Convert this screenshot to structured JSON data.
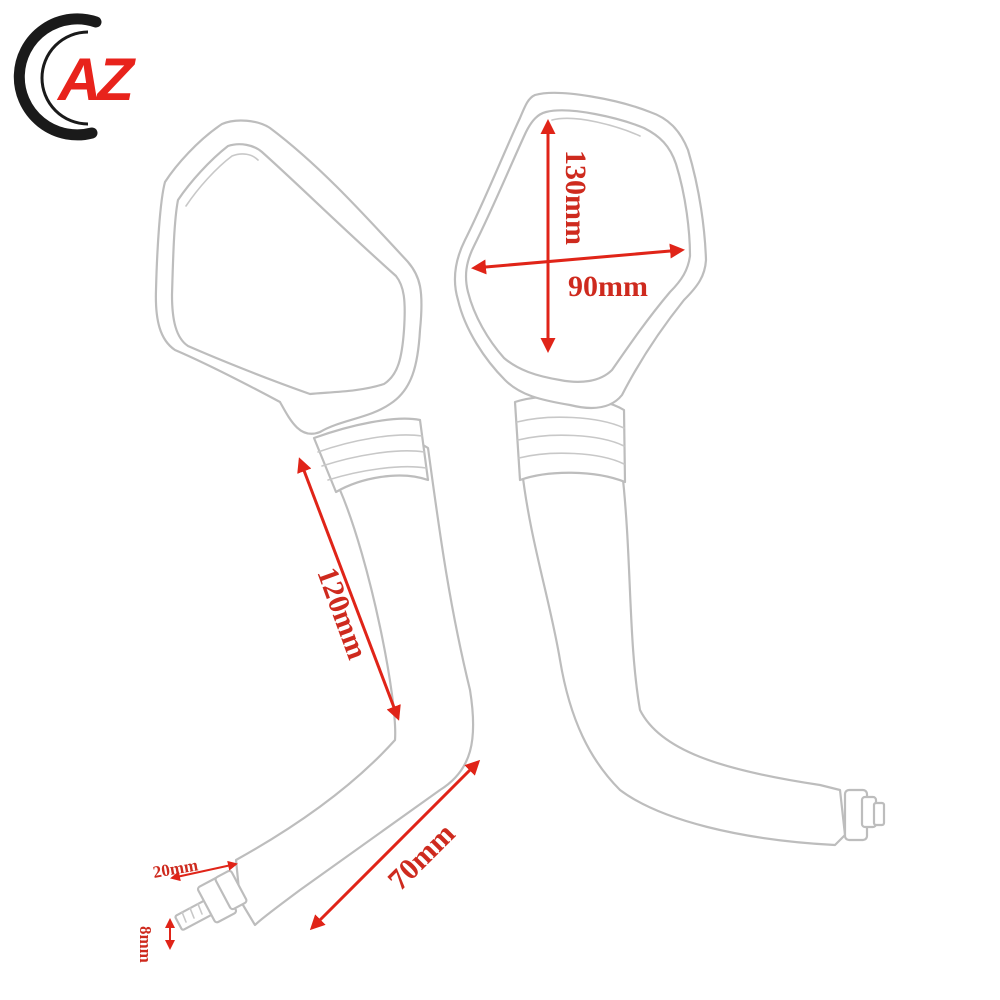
{
  "logo": {
    "text": "AZ",
    "accent_color": "#e8231c",
    "ring_color": "#1a1a1a"
  },
  "product": "pair of white motorcycle rear-view mirrors",
  "dimensions": {
    "mirror_height": "130mm",
    "mirror_width": "90mm",
    "stem_length": "120mm",
    "arm_length": "70mm",
    "bolt_length": "20mm",
    "bolt_diameter": "8mm"
  },
  "colors": {
    "dimension": "#e02418",
    "outline": "#bdbdbd",
    "background": "#ffffff"
  }
}
